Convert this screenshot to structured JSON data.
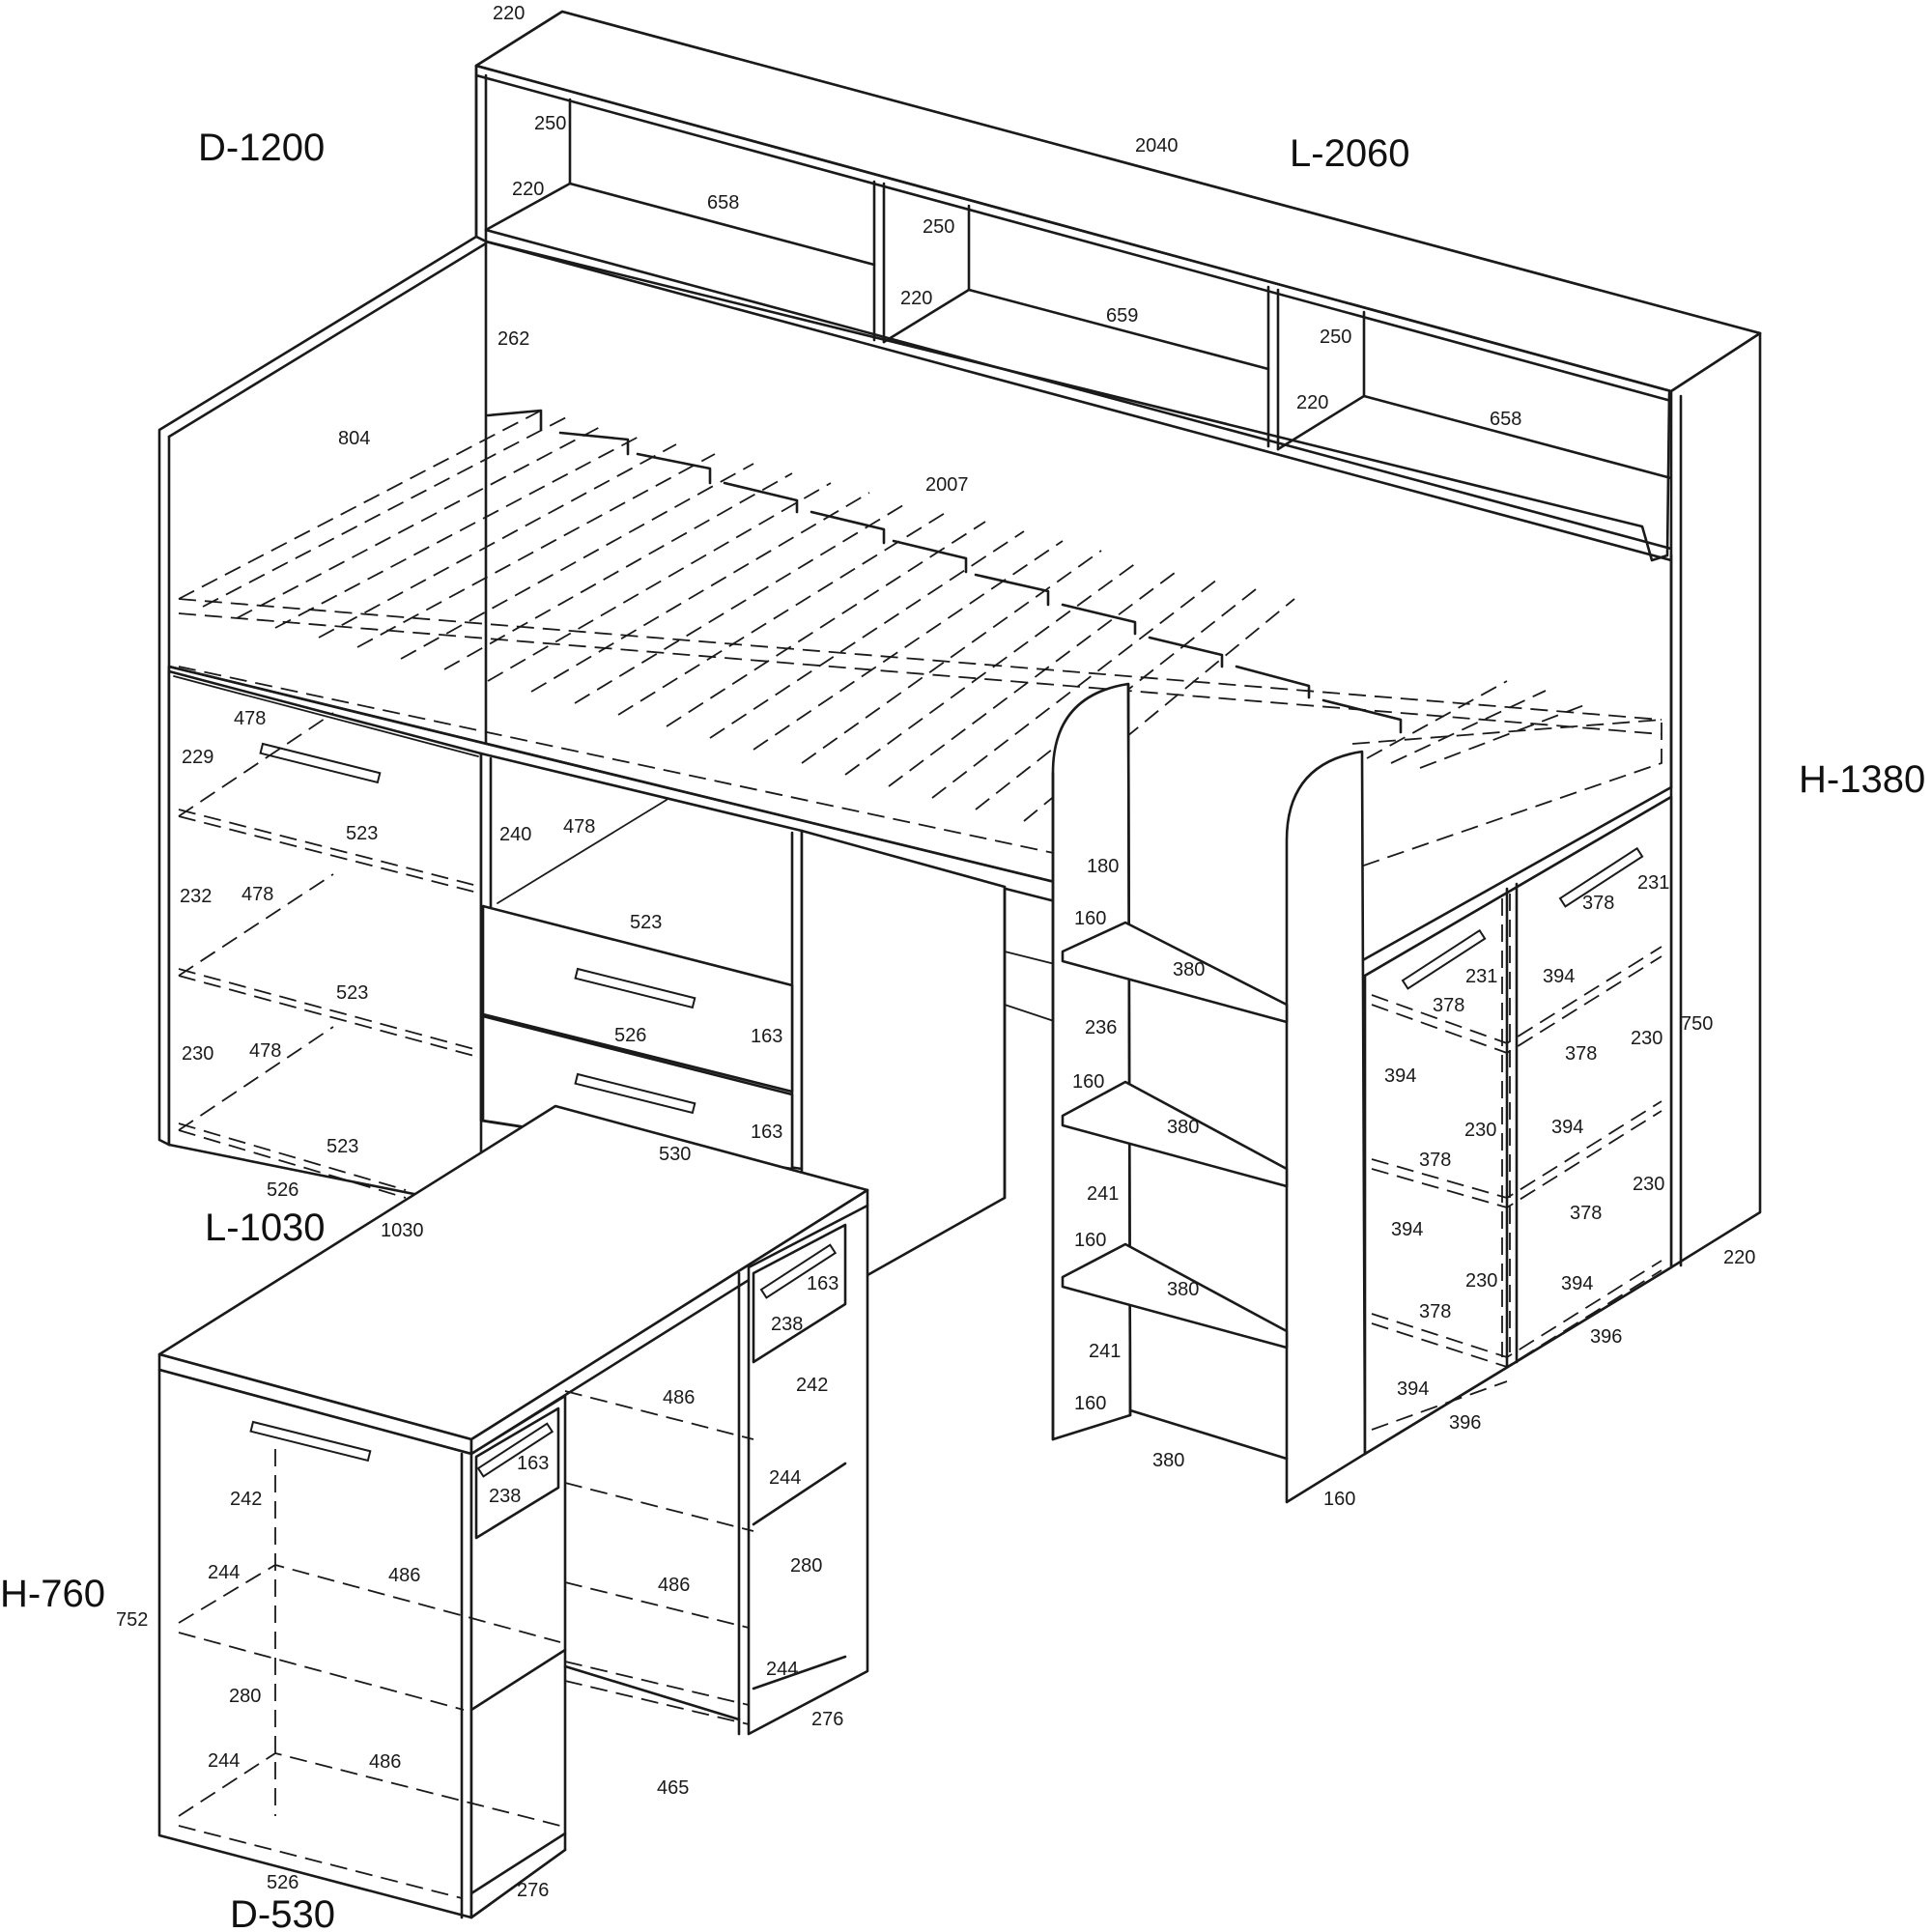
{
  "labels": {
    "bed_depth": "D-1200",
    "bed_length": "L-2060",
    "bed_height": "H-1380",
    "desk_length": "L-1030",
    "desk_height": "H-760",
    "desk_depth": "D-530"
  },
  "dimensions": {
    "top_depth": "220",
    "top_length": "2040",
    "shelf1_height": "250",
    "shelf1_depth": "220",
    "shelf1_width": "658",
    "shelf2_height": "250",
    "shelf2_depth": "220",
    "shelf2_width": "659",
    "shelf3_height": "250",
    "shelf3_depth": "220",
    "shelf3_width": "658",
    "headboard_height": "262",
    "bed_end_depth": "804",
    "bed_inner_length": "2007",
    "right_side_height": "750",
    "right_side_depth": "220",
    "left_cab_upper_depth": "478",
    "left_cab_upper_height": "229",
    "left_cab_shelf1_width": "523",
    "left_cab_mid_height": "232",
    "left_cab_mid_depth": "478",
    "left_cab_shelf2_width": "523",
    "left_cab_low_height": "230",
    "left_cab_low_depth": "478",
    "left_cab_shelf3_width": "523",
    "left_cab_base_width": "526",
    "desk_top_length": "1030",
    "niche_height": "240",
    "niche_depth": "478",
    "niche_width": "523",
    "drawer1_width": "526",
    "drawer1_height": "163",
    "drawer2_height": "163",
    "drawer2_width": "530",
    "ladder_top_gap": "180",
    "ladder_step1_depth": "160",
    "ladder_step1_width": "380",
    "ladder_gap1": "236",
    "ladder_step2_depth": "160",
    "ladder_step2_width": "380",
    "ladder_gap2": "241",
    "ladder_step3_depth": "160",
    "ladder_step3_width": "380",
    "ladder_gap3": "241",
    "ladder_base_depth": "160",
    "ladder_base_width": "380",
    "ladder_side_depth": "160",
    "right_cab_a_depth": "378",
    "right_cab_a_height": "231",
    "right_cab_b_depth": "378",
    "right_cab_b_height": "231",
    "right_cab_c_width": "394",
    "right_cab_d_depth": "378",
    "right_cab_d_height": "230",
    "right_cab_e_width": "394",
    "right_cab_f_height": "230",
    "right_cab_g_width": "394",
    "right_cab_h_depth": "378",
    "right_cab_i_height": "230",
    "right_cab_j_depth": "378",
    "right_cab_k_width": "394",
    "right_cab_l_height": "230",
    "right_cab_m_width": "394",
    "right_cab_n_depth": "378",
    "right_cab_o_width": "394",
    "right_cab_base_a": "396",
    "right_cab_base_b": "396",
    "desk_drawer_a_height": "163",
    "desk_drawer_a_depth": "238",
    "desk_side_gap": "242",
    "desk_mid_width": "486",
    "desk_right_shelf_depth": "244",
    "desk_right_gap": "280",
    "desk_mid_width2": "486",
    "desk_right_shelf2_depth": "244",
    "desk_right_base": "276",
    "desk_drawer_b_height": "163",
    "desk_drawer_b_depth": "238",
    "desk_left_gap": "242",
    "desk_left_shelf_depth": "244",
    "desk_left_shelf_width": "486",
    "desk_total_height": "752",
    "desk_left_gap2": "280",
    "desk_left_shelf2_depth": "244",
    "desk_left_shelf2_width": "486",
    "desk_inner_width": "465",
    "desk_base_width": "526",
    "desk_base_depth": "276"
  }
}
